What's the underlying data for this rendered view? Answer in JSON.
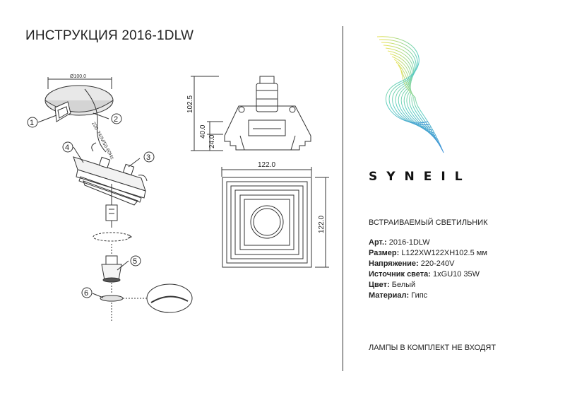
{
  "title": "ИНСТРУКЦИЯ 2016-1DLW",
  "brand": "SYNEIL",
  "product_type": "ВСТРАИВАЕМЫЙ СВЕТИЛЬНИК",
  "specs": [
    {
      "key": "Арт.:",
      "value": "2016-1DLW"
    },
    {
      "key": "Размер:",
      "value": "L122XW122XH102.5 мм"
    },
    {
      "key": "Напряжение:",
      "value": "220-240V"
    },
    {
      "key": "Источник света:",
      "value": "1xGU10 35W"
    },
    {
      "key": "Цвет:",
      "value": "Белый"
    },
    {
      "key": "Материал:",
      "value": "Гипс"
    }
  ],
  "note": "ЛАМПЫ В КОМПЛЕКТ НЕ ВХОДЯТ",
  "assembly": {
    "hole_diameter": "Ø100.0",
    "wire_label": "220-240V/50-60Hz",
    "callouts": [
      "1",
      "2",
      "3",
      "4",
      "5",
      "6"
    ]
  },
  "side_view": {
    "height": "102.5",
    "height_mid": "40.0",
    "height_low": "24.0"
  },
  "top_view": {
    "width": "122.0",
    "depth": "122.0"
  },
  "colors": {
    "line": "#333333",
    "logo_yellow": "#e9e35a",
    "logo_teal": "#5fd0c0",
    "logo_blue": "#3a8fd8"
  }
}
